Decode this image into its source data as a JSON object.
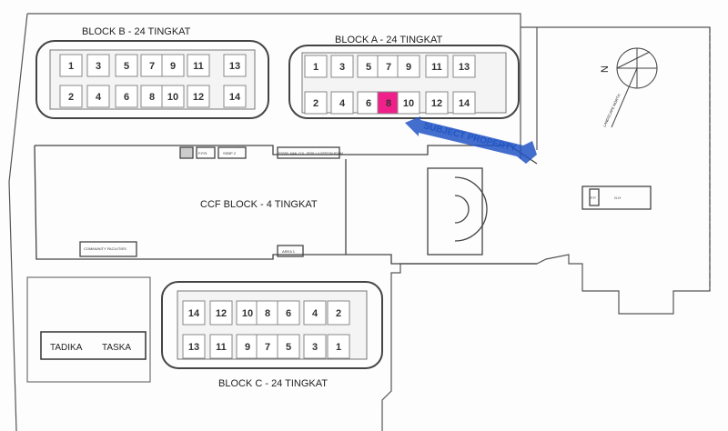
{
  "blocks": {
    "block_b": {
      "label": "BLOCK B - 24 TINGKAT",
      "top_units": [
        "1",
        "3",
        "5",
        "7",
        "9",
        "11",
        "13"
      ],
      "bottom_units": [
        "2",
        "4",
        "6",
        "8",
        "10",
        "12",
        "14"
      ]
    },
    "block_a": {
      "label": "BLOCK A - 24 TINGKAT",
      "top_units": [
        "1",
        "3",
        "5",
        "7",
        "9",
        "11",
        "13"
      ],
      "bottom_units": [
        "2",
        "4",
        "6",
        "8",
        "10",
        "12",
        "14"
      ],
      "highlighted_unit": "8"
    },
    "block_c": {
      "label": "BLOCK C - 24 TINGKAT",
      "top_units": [
        "14",
        "12",
        "10",
        "8",
        "6",
        "4",
        "2"
      ],
      "bottom_units": [
        "13",
        "11",
        "9",
        "7",
        "5",
        "3",
        "1"
      ]
    },
    "ccf": {
      "label": "CCF BLOCK - 4 TINGKAT"
    }
  },
  "small_labels": {
    "fpr": "F.P.R.",
    "sub": "SSBP 2",
    "rooms": "ESSBS, MAN. COL. SESB + & EPSTON ROOM",
    "community": "COMMUNITY FACILITIES",
    "area": "AREA 1",
    "guard": "G.H",
    "pump": "F.P"
  },
  "tadika": {
    "left": "TADIKA",
    "right": "TASKA"
  },
  "subject_property": "SUBJECT PROPERTY",
  "compass": {
    "north": "N",
    "note": "LANDSCAPE NORTH"
  },
  "colors": {
    "highlight": "#f0208a",
    "arrow": "#2255c4",
    "line": "#444444"
  }
}
